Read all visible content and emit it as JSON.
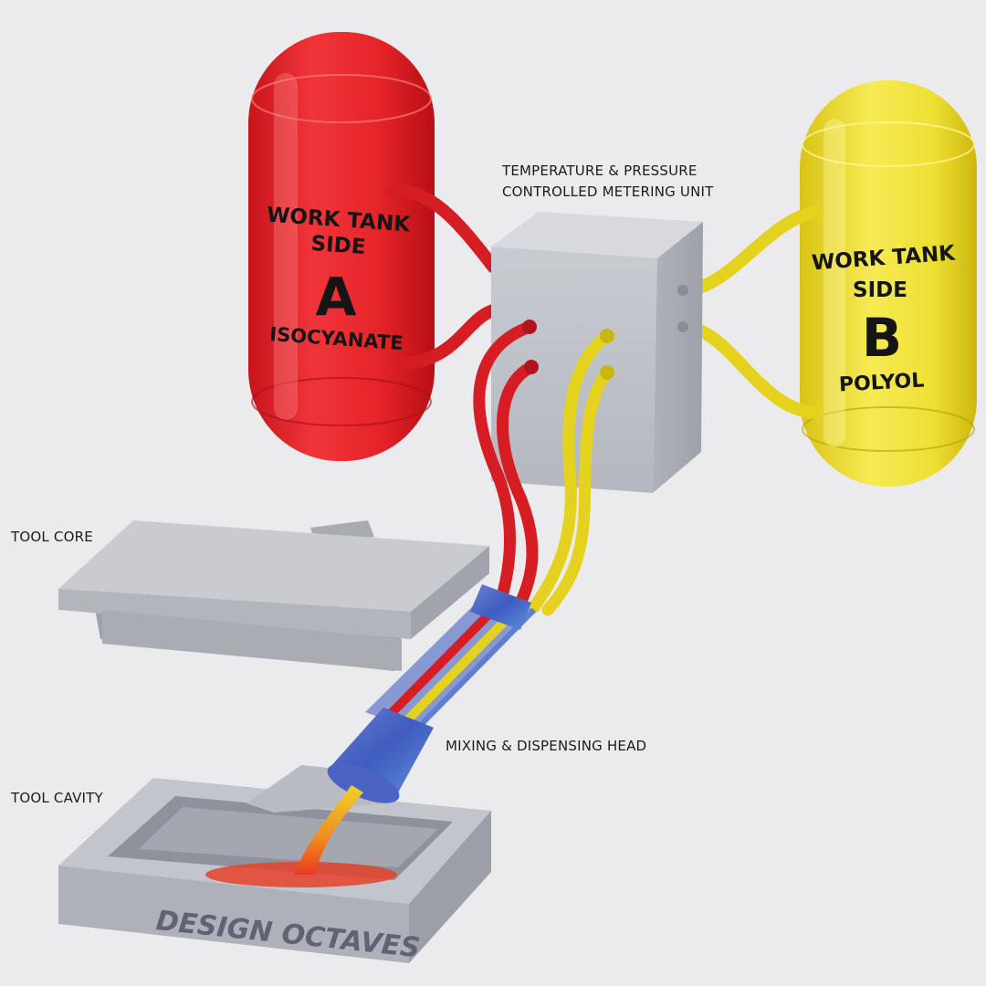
{
  "labels": {
    "metering_unit_line1": "TEMPERATURE & PRESSURE",
    "metering_unit_line2": "CONTROLLED METERING UNIT",
    "tool_core": "TOOL CORE",
    "tool_cavity": "TOOL CAVITY",
    "mixing_head": "MIXING & DISPENSING HEAD"
  },
  "tank_a": {
    "line1": "WORK TANK",
    "line2": "SIDE",
    "letter": "A",
    "chemical": "ISOCYANATE",
    "color": "#e8232a"
  },
  "tank_b": {
    "line1": "WORK TANK",
    "line2": "SIDE",
    "letter": "B",
    "chemical": "POLYOL",
    "color": "#eedf2a"
  },
  "watermark": "DESIGN OCTAVES"
}
